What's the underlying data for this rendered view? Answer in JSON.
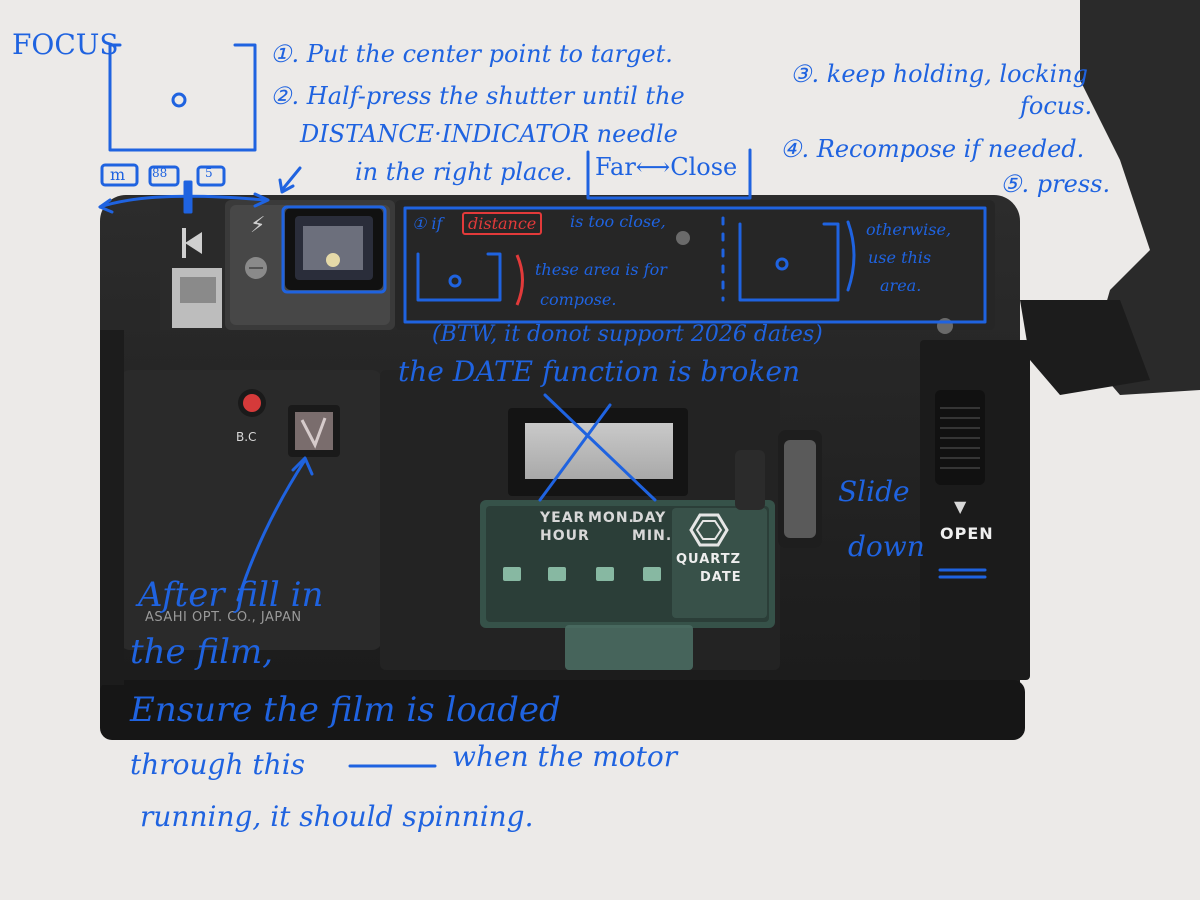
{
  "camera_print": {
    "bc_label": "B.C",
    "open_label": "OPEN",
    "open_arrow": "▼",
    "maker": "ASAHI OPT. CO., JAPAN",
    "date_labels": {
      "year": "YEAR",
      "mon": "MON.",
      "day": "DAY",
      "hour": "HOUR",
      "min": "MIN.",
      "quartz": "QUARTZ",
      "date": "DATE"
    },
    "focus_symbols": [
      "m",
      "88",
      "5"
    ]
  },
  "annotations": {
    "focus": "FOCUS",
    "step1": "①. Put the center point to target.",
    "step2a": "②. Half-press the shutter until the",
    "step2b": "DISTANCE·INDICATOR needle",
    "step2c": "in the right place.",
    "far_close": "Far⟷Close",
    "step3a": "③. keep holding, locking",
    "step3b": "focus.",
    "step4": "④. Recompose if needed.",
    "step5": "⑤. press.",
    "if_text": "① if",
    "distance": "distance",
    "too_close": "is too close,",
    "these_area_a": "these area is for",
    "these_area_b": "compose.",
    "otherwise_a": "otherwise,",
    "otherwise_b": "use this",
    "otherwise_c": "area.",
    "btw": "(BTW, it donot support 2026 dates)",
    "date_broken": "the DATE function is broken",
    "slide": "Slide",
    "down": "down",
    "after_a": "After fill in",
    "after_b": "the film,",
    "ensure": "Ensure the film is loaded",
    "through": "through this",
    "when_motor": "when the motor",
    "running": "running, it should spinning."
  },
  "colors": {
    "ink": "#1f63e0",
    "red_ink": "#e23a3a",
    "body": "#232323",
    "background": "#e9e8e6"
  }
}
